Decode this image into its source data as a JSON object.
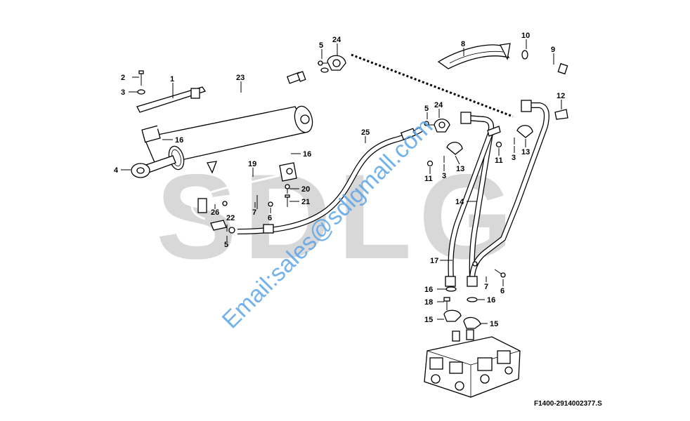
{
  "watermark": {
    "text": "SDLG",
    "color": "#d8d8d8"
  },
  "email_watermark": {
    "text": "Email:sales@sdlgmall.com",
    "color": "#5aa5e6"
  },
  "drawing_code": "F1400-2914002377.S",
  "callouts": [
    {
      "id": "c-1",
      "label": "1"
    },
    {
      "id": "c-2",
      "label": "2"
    },
    {
      "id": "c-3a",
      "label": "3"
    },
    {
      "id": "c-4",
      "label": "4"
    },
    {
      "id": "c-5a",
      "label": "5"
    },
    {
      "id": "c-24a",
      "label": "24"
    },
    {
      "id": "c-23",
      "label": "23"
    },
    {
      "id": "c-16a",
      "label": "16"
    },
    {
      "id": "c-16b",
      "label": "16"
    },
    {
      "id": "c-19",
      "label": "19"
    },
    {
      "id": "c-20",
      "label": "20"
    },
    {
      "id": "c-21",
      "label": "21"
    },
    {
      "id": "c-7a",
      "label": "7"
    },
    {
      "id": "c-6a",
      "label": "6"
    },
    {
      "id": "c-26",
      "label": "26"
    },
    {
      "id": "c-22",
      "label": "22"
    },
    {
      "id": "c-5b",
      "label": "5"
    },
    {
      "id": "c-25",
      "label": "25"
    },
    {
      "id": "c-5c",
      "label": "5"
    },
    {
      "id": "c-24b",
      "label": "24"
    },
    {
      "id": "c-8",
      "label": "8"
    },
    {
      "id": "c-10",
      "label": "10"
    },
    {
      "id": "c-9",
      "label": "9"
    },
    {
      "id": "c-12",
      "label": "12"
    },
    {
      "id": "c-11a",
      "label": "11"
    },
    {
      "id": "c-3b",
      "label": "3"
    },
    {
      "id": "c-13a",
      "label": "13"
    },
    {
      "id": "c-11b",
      "label": "11"
    },
    {
      "id": "c-3c",
      "label": "3"
    },
    {
      "id": "c-13b",
      "label": "13"
    },
    {
      "id": "c-14",
      "label": "14"
    },
    {
      "id": "c-17",
      "label": "17"
    },
    {
      "id": "c-7b",
      "label": "7"
    },
    {
      "id": "c-6b",
      "label": "6"
    },
    {
      "id": "c-16c",
      "label": "16"
    },
    {
      "id": "c-16d",
      "label": "16"
    },
    {
      "id": "c-18",
      "label": "18"
    },
    {
      "id": "c-15a",
      "label": "15"
    },
    {
      "id": "c-15b",
      "label": "15"
    }
  ]
}
